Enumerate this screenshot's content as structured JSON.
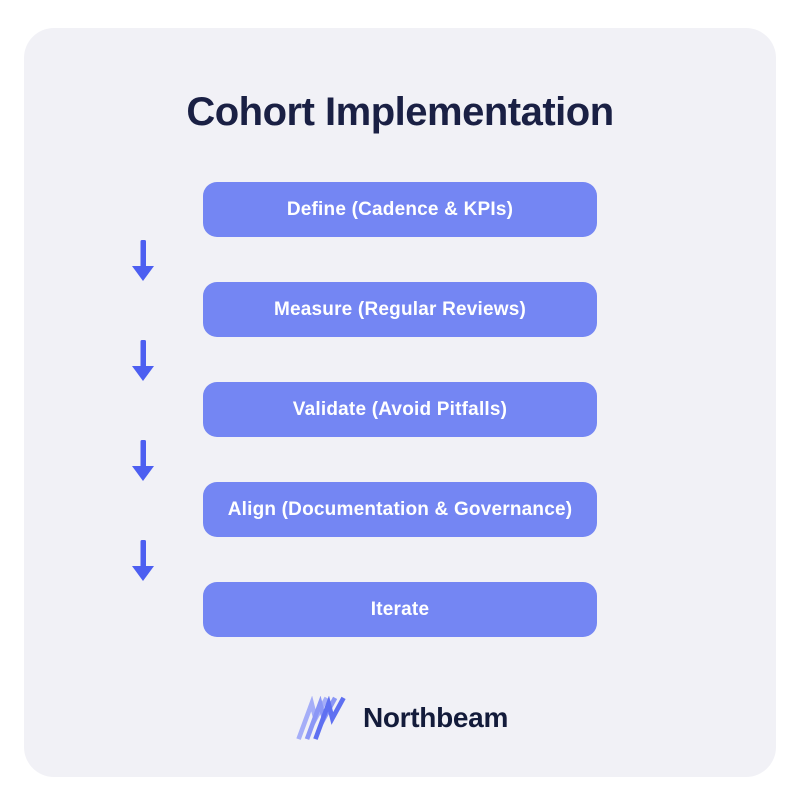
{
  "title": "Cohort Implementation",
  "flow": {
    "steps": [
      {
        "label": "Define (Cadence & KPIs)"
      },
      {
        "label": "Measure (Regular Reviews)"
      },
      {
        "label": "Validate (Avoid Pitfalls)"
      },
      {
        "label": "Align (Documentation & Governance)"
      },
      {
        "label": "Iterate"
      }
    ],
    "arrow_icon": "down-arrow-icon"
  },
  "footer": {
    "brand": "Northbeam",
    "logo_icon": "northbeam-zigzag-icon"
  },
  "colors": {
    "page_bg": "#ffffff",
    "card_bg": "#f1f1f6",
    "title_color": "#1a2044",
    "box_fill": "#7486f3",
    "box_text": "#ffffff",
    "arrow": "#4d5ff1",
    "logo_light": "#a5aef8",
    "logo_mid": "#8b97f6",
    "logo_dark": "#5f70f1",
    "brand_text": "#131b3a"
  }
}
